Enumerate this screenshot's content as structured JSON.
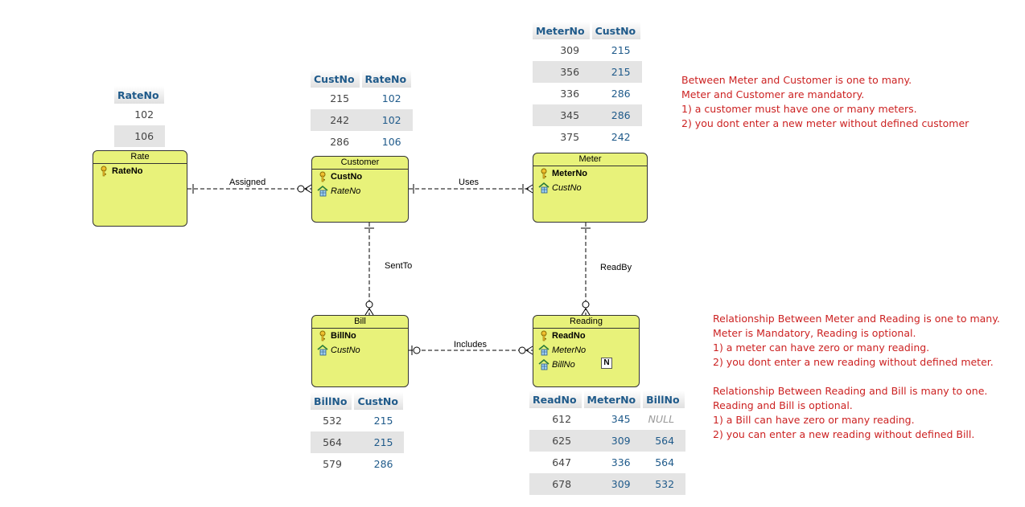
{
  "entities": {
    "rate": {
      "title": "Rate",
      "attributes": [
        {
          "name": "RateNo",
          "kind": "pk"
        }
      ]
    },
    "customer": {
      "title": "Customer",
      "attributes": [
        {
          "name": "CustNo",
          "kind": "pk"
        },
        {
          "name": "RateNo",
          "kind": "fk"
        }
      ]
    },
    "meter": {
      "title": "Meter",
      "attributes": [
        {
          "name": "MeterNo",
          "kind": "pk"
        },
        {
          "name": "CustNo",
          "kind": "fk"
        }
      ]
    },
    "bill": {
      "title": "Bill",
      "attributes": [
        {
          "name": "BillNo",
          "kind": "pk"
        },
        {
          "name": "CustNo",
          "kind": "fk"
        }
      ]
    },
    "reading": {
      "title": "Reading",
      "badge": "N",
      "attributes": [
        {
          "name": "ReadNo",
          "kind": "pk"
        },
        {
          "name": "MeterNo",
          "kind": "fk"
        },
        {
          "name": "BillNo",
          "kind": "fk"
        }
      ]
    }
  },
  "relationships": {
    "assigned": "Assigned",
    "uses": "Uses",
    "sentto": "SentTo",
    "readby": "ReadBy",
    "includes": "Includes"
  },
  "tables": {
    "rate": {
      "columns": [
        "RateNo"
      ],
      "rows": [
        [
          "102"
        ],
        [
          "106"
        ]
      ]
    },
    "customer": {
      "columns": [
        "CustNo",
        "RateNo"
      ],
      "rows": [
        [
          "215",
          "102"
        ],
        [
          "242",
          "102"
        ],
        [
          "286",
          "106"
        ]
      ]
    },
    "meter": {
      "columns": [
        "MeterNo",
        "CustNo"
      ],
      "rows": [
        [
          "309",
          "215"
        ],
        [
          "356",
          "215"
        ],
        [
          "336",
          "286"
        ],
        [
          "345",
          "286"
        ],
        [
          "375",
          "242"
        ]
      ]
    },
    "bill": {
      "columns": [
        "BillNo",
        "CustNo"
      ],
      "rows": [
        [
          "532",
          "215"
        ],
        [
          "564",
          "215"
        ],
        [
          "579",
          "286"
        ]
      ]
    },
    "reading": {
      "columns": [
        "ReadNo",
        "MeterNo",
        "BillNo"
      ],
      "rows": [
        [
          "612",
          "345",
          "NULL"
        ],
        [
          "625",
          "309",
          "564"
        ],
        [
          "647",
          "336",
          "564"
        ],
        [
          "678",
          "309",
          "532"
        ]
      ]
    }
  },
  "notes": {
    "meter_customer": [
      "Between Meter and Customer is one to many.",
      "Meter and Customer are mandatory.",
      "1) a customer must have one or many meters.",
      "2) you dont enter a new meter without defined customer"
    ],
    "meter_reading": [
      "Relationship Between Meter and Reading is one to many.",
      "Meter is Mandatory, Reading is optional.",
      "1) a meter can have zero or many reading.",
      "2) you dont enter a new reading without defined meter."
    ],
    "reading_bill": [
      "Relationship Between Reading and Bill is many to one.",
      "Reading and Bill is optional.",
      "1) a Bill can have zero or many reading.",
      "2) you can enter a new reading without defined Bill."
    ]
  },
  "colors": {
    "entity_fill": "#e8f27a",
    "header_text": "#1f5a8a",
    "note_text": "#cc2222",
    "row_shade": "#e4e4e4"
  },
  "icons": {
    "primary_key": "key-icon",
    "foreign_key": "foreign-key-icon"
  }
}
